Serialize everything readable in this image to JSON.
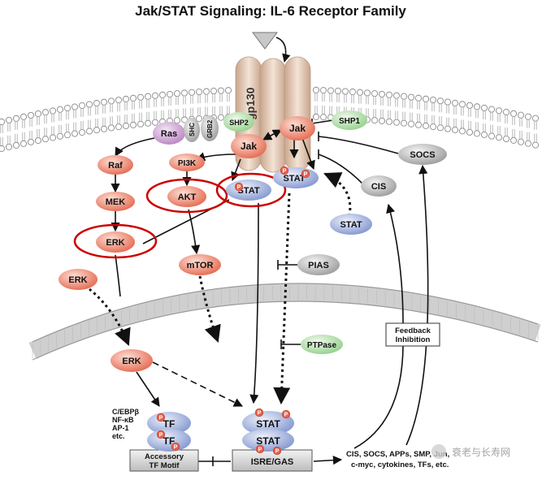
{
  "title": "Jak/STAT Signaling: IL-6 Receptor Family",
  "receptor": {
    "label": "gp130"
  },
  "nodes": {
    "ras": "Ras",
    "shc": "SHC",
    "grb2": "GRB2",
    "shp2": "SHP2",
    "shp1": "SHP1",
    "jak_left": "Jak",
    "jak_right": "Jak",
    "raf": "Raf",
    "mek": "MEK",
    "erk_cyto": "ERK",
    "erk_free": "ERK",
    "erk_nuc": "ERK",
    "pi3k": "PI3K",
    "akt": "AKT",
    "mtor": "mTOR",
    "stat_receptor": "STAT",
    "stat_bound": "STAT",
    "stat_free": "STAT",
    "socs": "SOCS",
    "cis": "CIS",
    "pias": "PIAS",
    "ptpase": "PTPase",
    "tf_top": "TF",
    "tf_bottom": "TF",
    "stat_nuc_top": "STAT",
    "stat_nuc_bottom": "STAT",
    "phospho": "P"
  },
  "tf_list": [
    "C/EBPβ",
    "NF-κB",
    "AP-1",
    "etc."
  ],
  "boxes": {
    "accessory_line1": "Accessory",
    "accessory_line2": "TF Motif",
    "isre": "ISRE/GAS",
    "feedback_line1": "Feedback",
    "feedback_line2": "Inhibition"
  },
  "targets": {
    "line1": "CIS, SOCS, APPs, SMP, Jun,",
    "line2": "c-myc, cytokines, TFs, etc."
  },
  "watermark": "衰老与长寿网",
  "colors": {
    "salmon": "#e8705a",
    "salmon_light": "#f7c2b3",
    "blue": "#8ea2d6",
    "blue_light": "#d4dcf2",
    "green": "#a8d8a0",
    "gray": "#b3b3b3",
    "purple": "#c89ad0",
    "highlight": "#cc0000",
    "receptor": "#e6cbb6"
  }
}
